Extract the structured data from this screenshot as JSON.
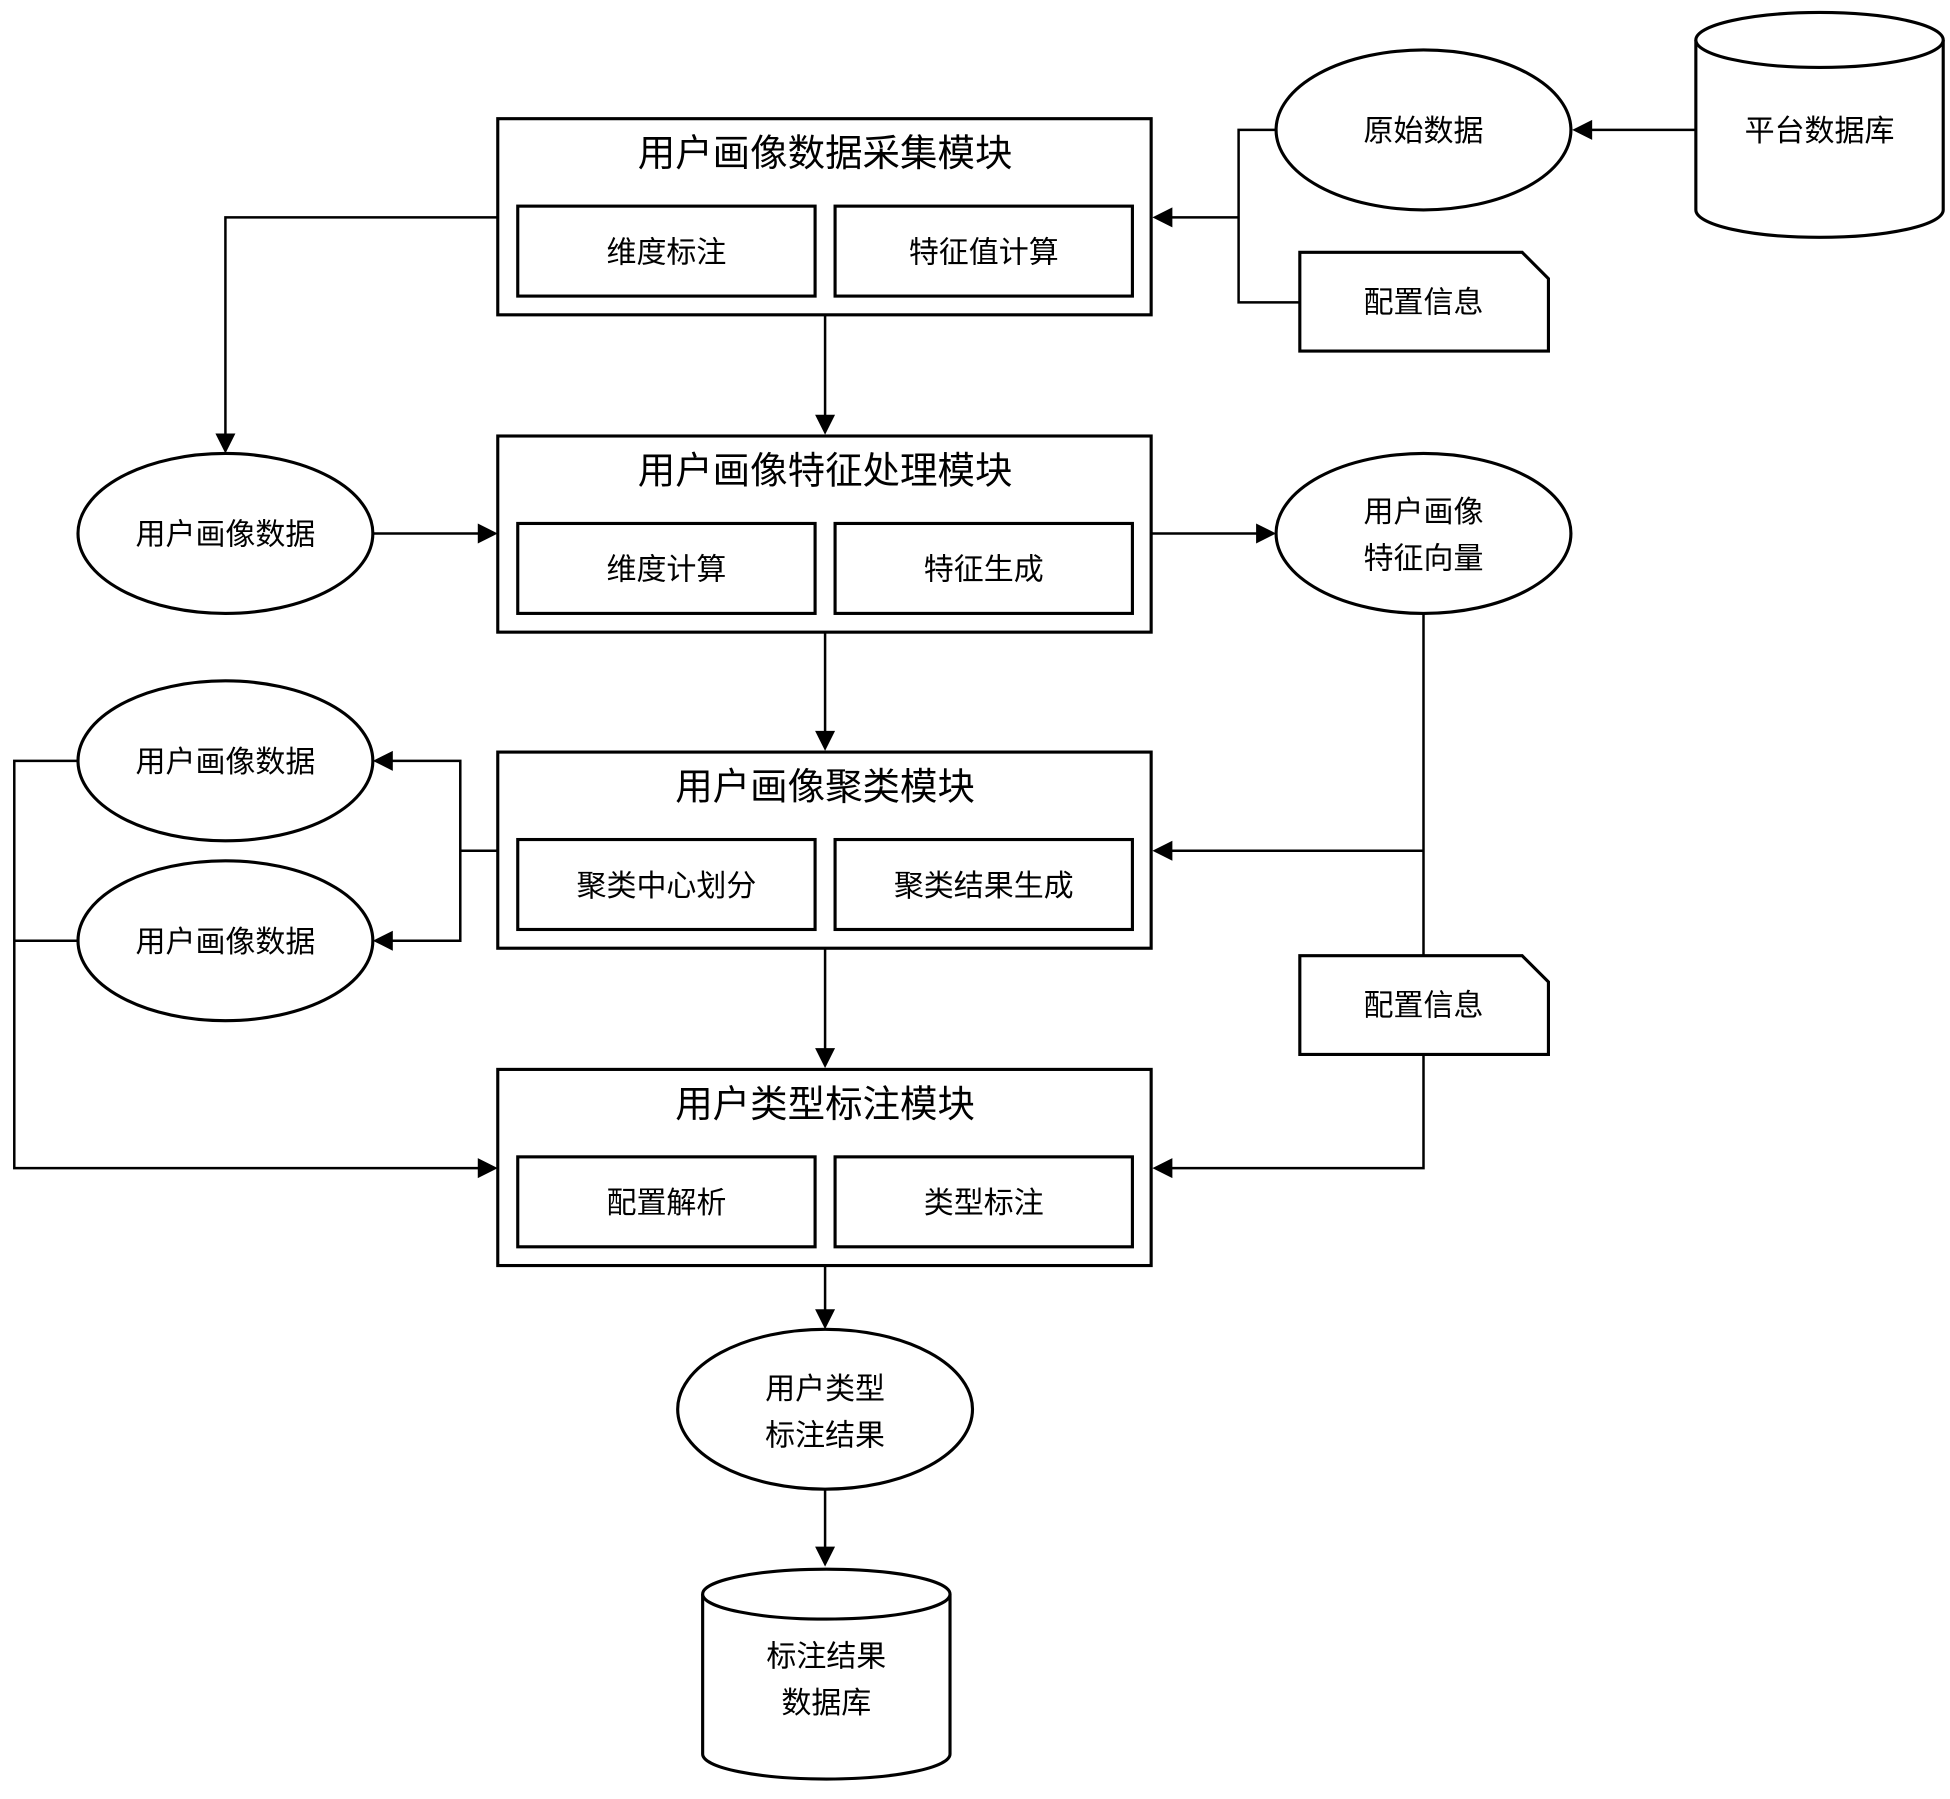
{
  "modules": [
    {
      "title": "用户画像数据采集模块",
      "subs": [
        "维度标注",
        "特征值计算"
      ]
    },
    {
      "title": "用户画像特征处理模块",
      "subs": [
        "维度计算",
        "特征生成"
      ]
    },
    {
      "title": "用户画像聚类模块",
      "subs": [
        "聚类中心划分",
        "聚类结果生成"
      ]
    },
    {
      "title": "用户类型标注模块",
      "subs": [
        "配置解析",
        "类型标注"
      ]
    }
  ],
  "nodes": {
    "raw_data": "原始数据",
    "platform_db": "平台数据库",
    "config_info_1": "配置信息",
    "config_info_2": "配置信息",
    "portrait_data_1": "用户画像数据",
    "portrait_data_2": "用户画像数据",
    "portrait_data_3": "用户画像数据",
    "feature_vector_line1": "用户画像",
    "feature_vector_line2": "特征向量",
    "type_result_line1": "用户类型",
    "type_result_line2": "标注结果",
    "result_db_line1": "标注结果",
    "result_db_line2": "数据库"
  }
}
